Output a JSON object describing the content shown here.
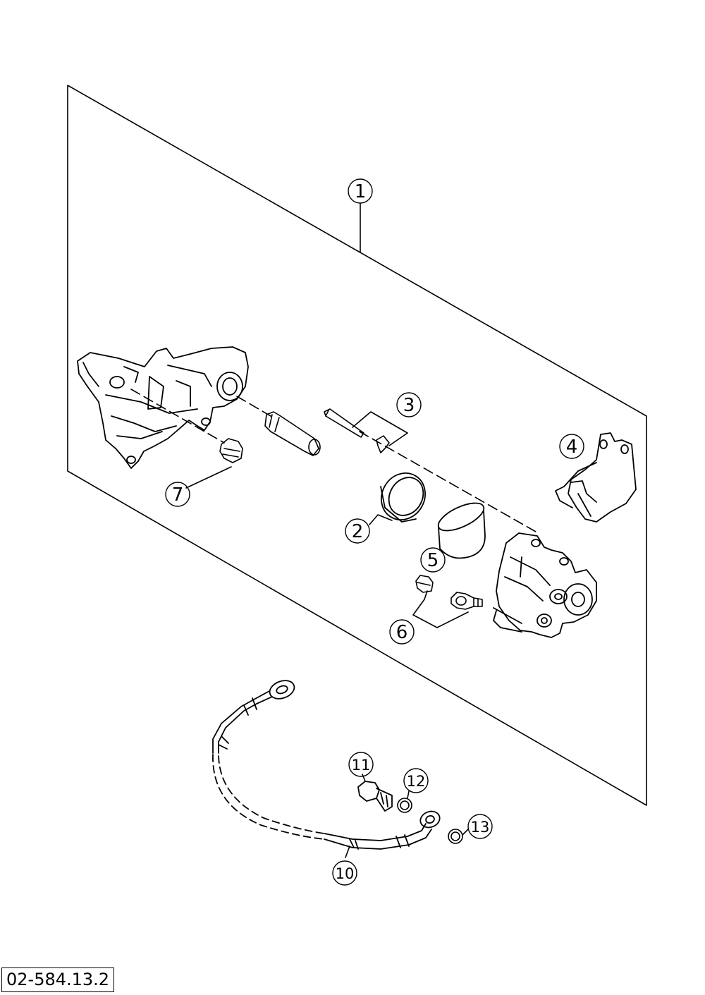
{
  "callouts": {
    "c1": "1",
    "c2": "2",
    "c3": "3",
    "c4": "4",
    "c5": "5",
    "c6": "6",
    "c7": "7",
    "c10": "10",
    "c11": "11",
    "c12": "12",
    "c13": "13"
  },
  "drawing_code": "02-584.13.2",
  "line_color": "#000000"
}
